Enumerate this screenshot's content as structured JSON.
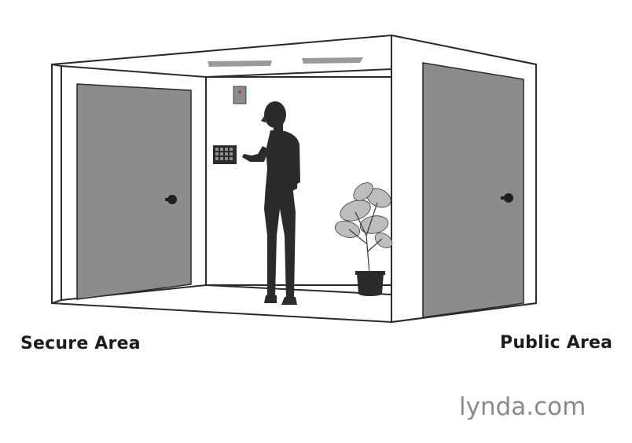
{
  "labels": {
    "secure_area": "Secure Area",
    "public_area": "Public Area"
  },
  "watermark": "lynda.com",
  "colors": {
    "door_fill": "#8c8c8c",
    "outline": "#2a2a2a",
    "silhouette": "#2b2b2b",
    "indicator_light": "#d0202a",
    "background": "#ffffff"
  },
  "icons": {
    "keypad": "keypad-icon",
    "card_reader": "card-reader-icon",
    "plant": "potted-plant-icon",
    "person": "person-silhouette"
  }
}
